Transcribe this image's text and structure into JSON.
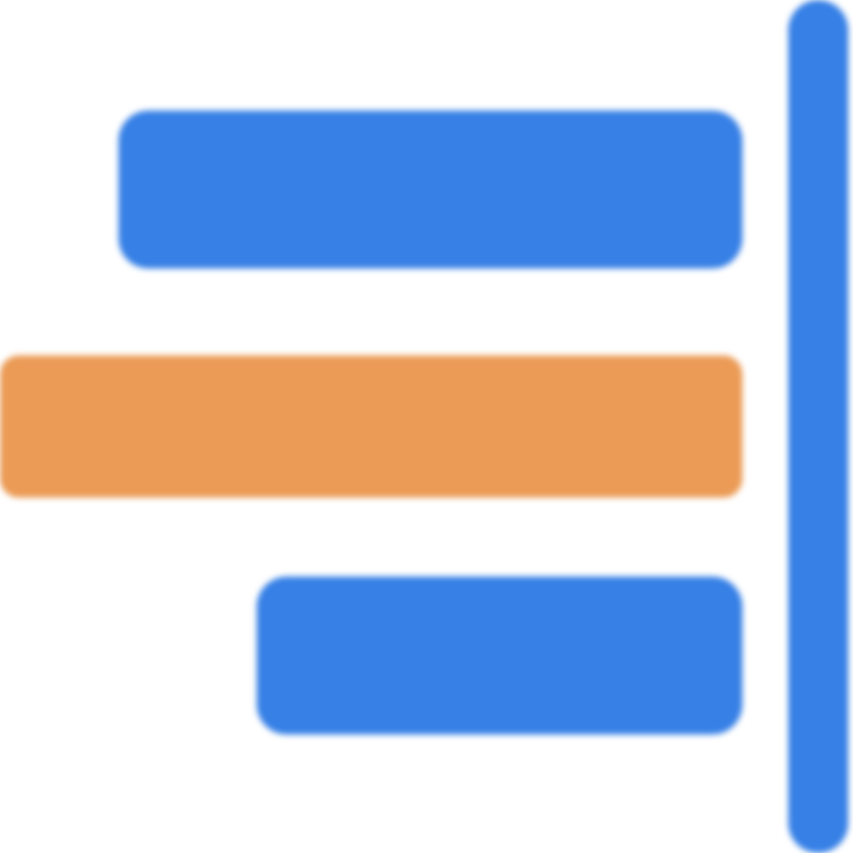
{
  "icon": {
    "name": "align-right-icon",
    "colors": {
      "primary": "#3680E6",
      "accent": "#EB9B55",
      "background": "#FFFFFF"
    },
    "bars": [
      {
        "name": "bar-top",
        "color": "primary"
      },
      {
        "name": "bar-middle",
        "color": "accent"
      },
      {
        "name": "bar-bottom",
        "color": "primary"
      }
    ],
    "guide_line": {
      "name": "alignment-line",
      "color": "primary"
    }
  }
}
